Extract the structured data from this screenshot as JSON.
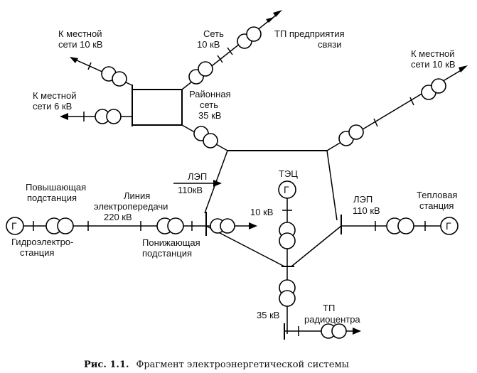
{
  "labels": {
    "local_10kv_left_1": "К местной",
    "local_10kv_left_2": "сети 10 кВ",
    "local_6kv_1": "К местной",
    "local_6kv_2": "сети 6 кВ",
    "net10_1": "Сеть",
    "net10_2": "10 кВ",
    "tp_comm_1": "ТП предприятия",
    "tp_comm_2": "связи",
    "local_10kv_right_1": "К местной",
    "local_10kv_right_2": "сети 10 кВ",
    "regional_1": "Районная",
    "regional_2": "сеть",
    "regional_3": "35 кВ",
    "lep_left_1": "ЛЭП",
    "lep_left_2": "110кВ",
    "tec": "ТЭЦ",
    "stepup_1": "Повышающая",
    "stepup_2": "подстанция",
    "line_1": "Линия",
    "line_2": "электропередачи",
    "line_3": "220 кВ",
    "kv10_mid": "10 кВ",
    "lep_right_1": "ЛЭП",
    "lep_right_2": "110 кВ",
    "thermal_1": "Тепловая",
    "thermal_2": "станция",
    "hydro_1": "Гидроэлектро-",
    "hydro_2": "станция",
    "stepdown_1": "Понижающая",
    "stepdown_2": "подстанция",
    "kv35_bottom": "35 кВ",
    "tp_radio_1": "ТП",
    "tp_radio_2": "радиоцентра",
    "gen_letter": "Г"
  },
  "caption": {
    "prefix": "Рис. 1.1.",
    "text": "Фрагмент электроэнергетической системы"
  }
}
